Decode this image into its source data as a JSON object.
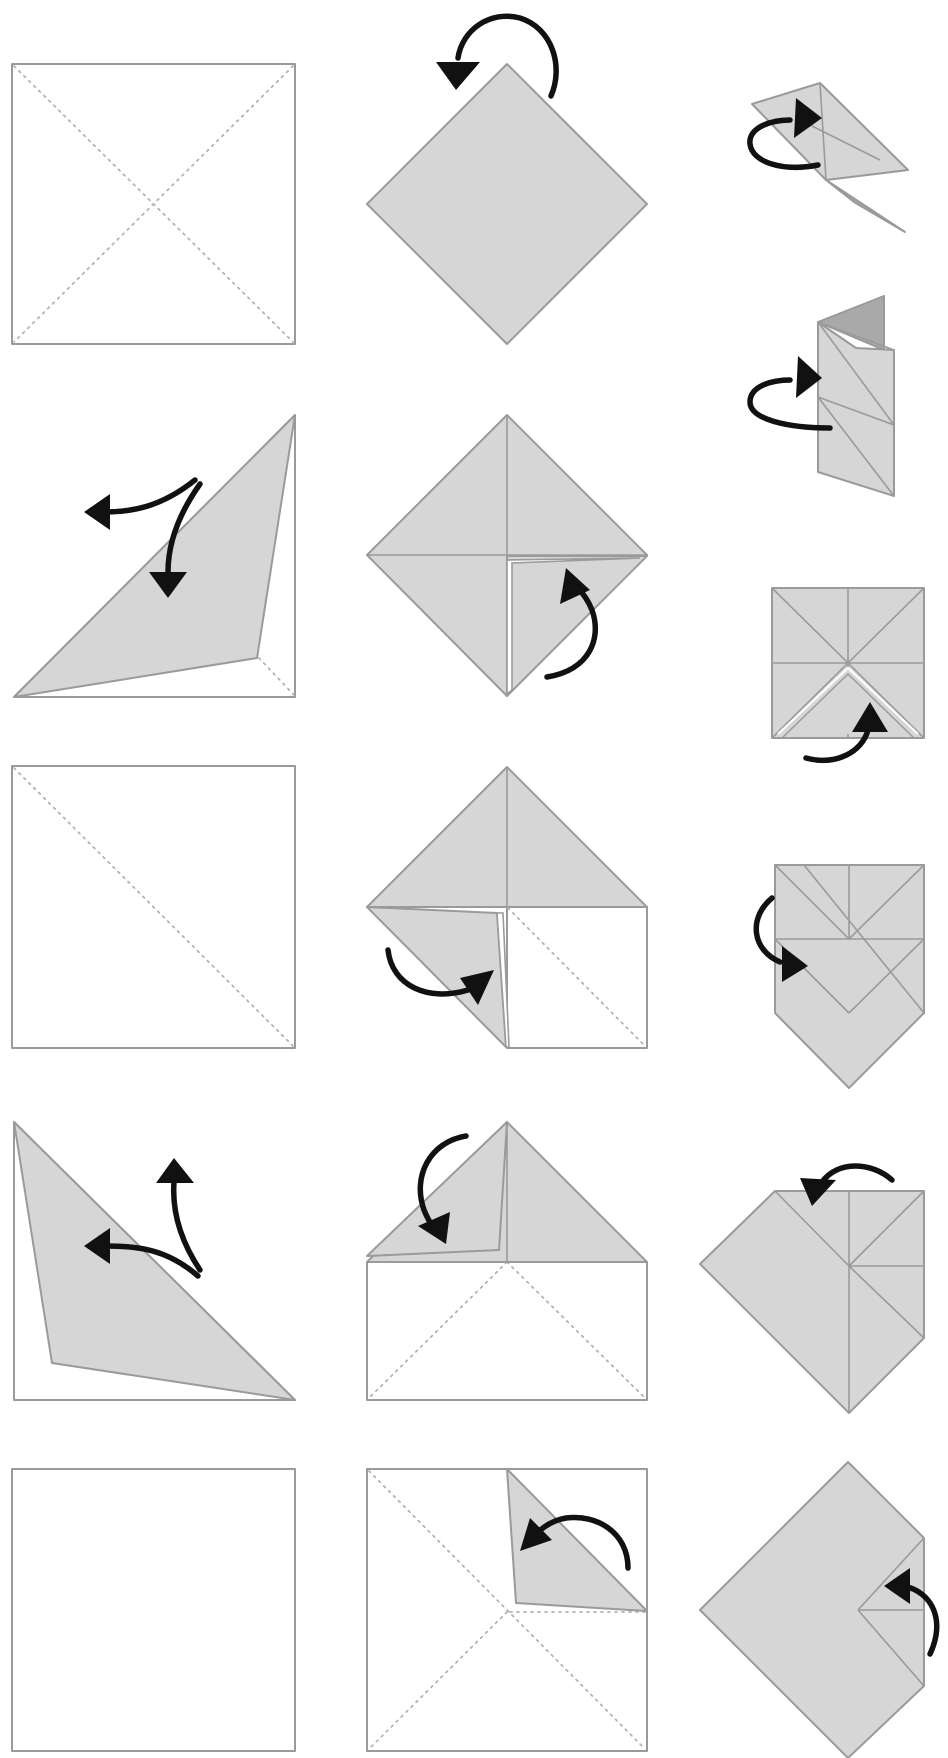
{
  "diagram": {
    "type": "origami-instructions",
    "columns": 3,
    "rows": 5,
    "colors": {
      "paper_front": "#ffffff",
      "paper_back": "#d6d6d6",
      "paper_inner": "#a9a9a9",
      "outline": "#9a9a9a",
      "arrow": "#111111"
    },
    "icons": [
      "rotate-arrow-icon",
      "fold-arrow-icon",
      "unfold-arrow-icon"
    ]
  }
}
